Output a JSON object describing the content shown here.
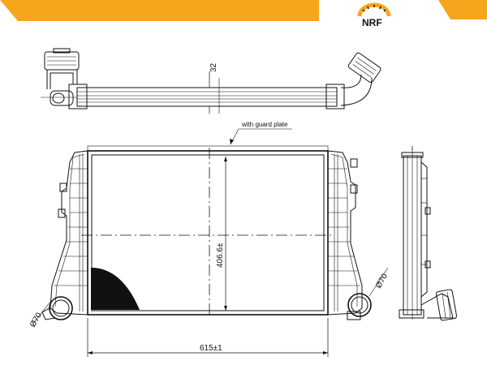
{
  "brand": {
    "logo_text": "NRF",
    "accent_color": "#f7a51c"
  },
  "annotations": {
    "guard_plate": "with guard plate"
  },
  "dimensions": {
    "thickness": "32",
    "height": "406.6±",
    "width": "615±1",
    "pipe_diameter_left": "Ø70",
    "pipe_diameter_right": "Ø70"
  }
}
